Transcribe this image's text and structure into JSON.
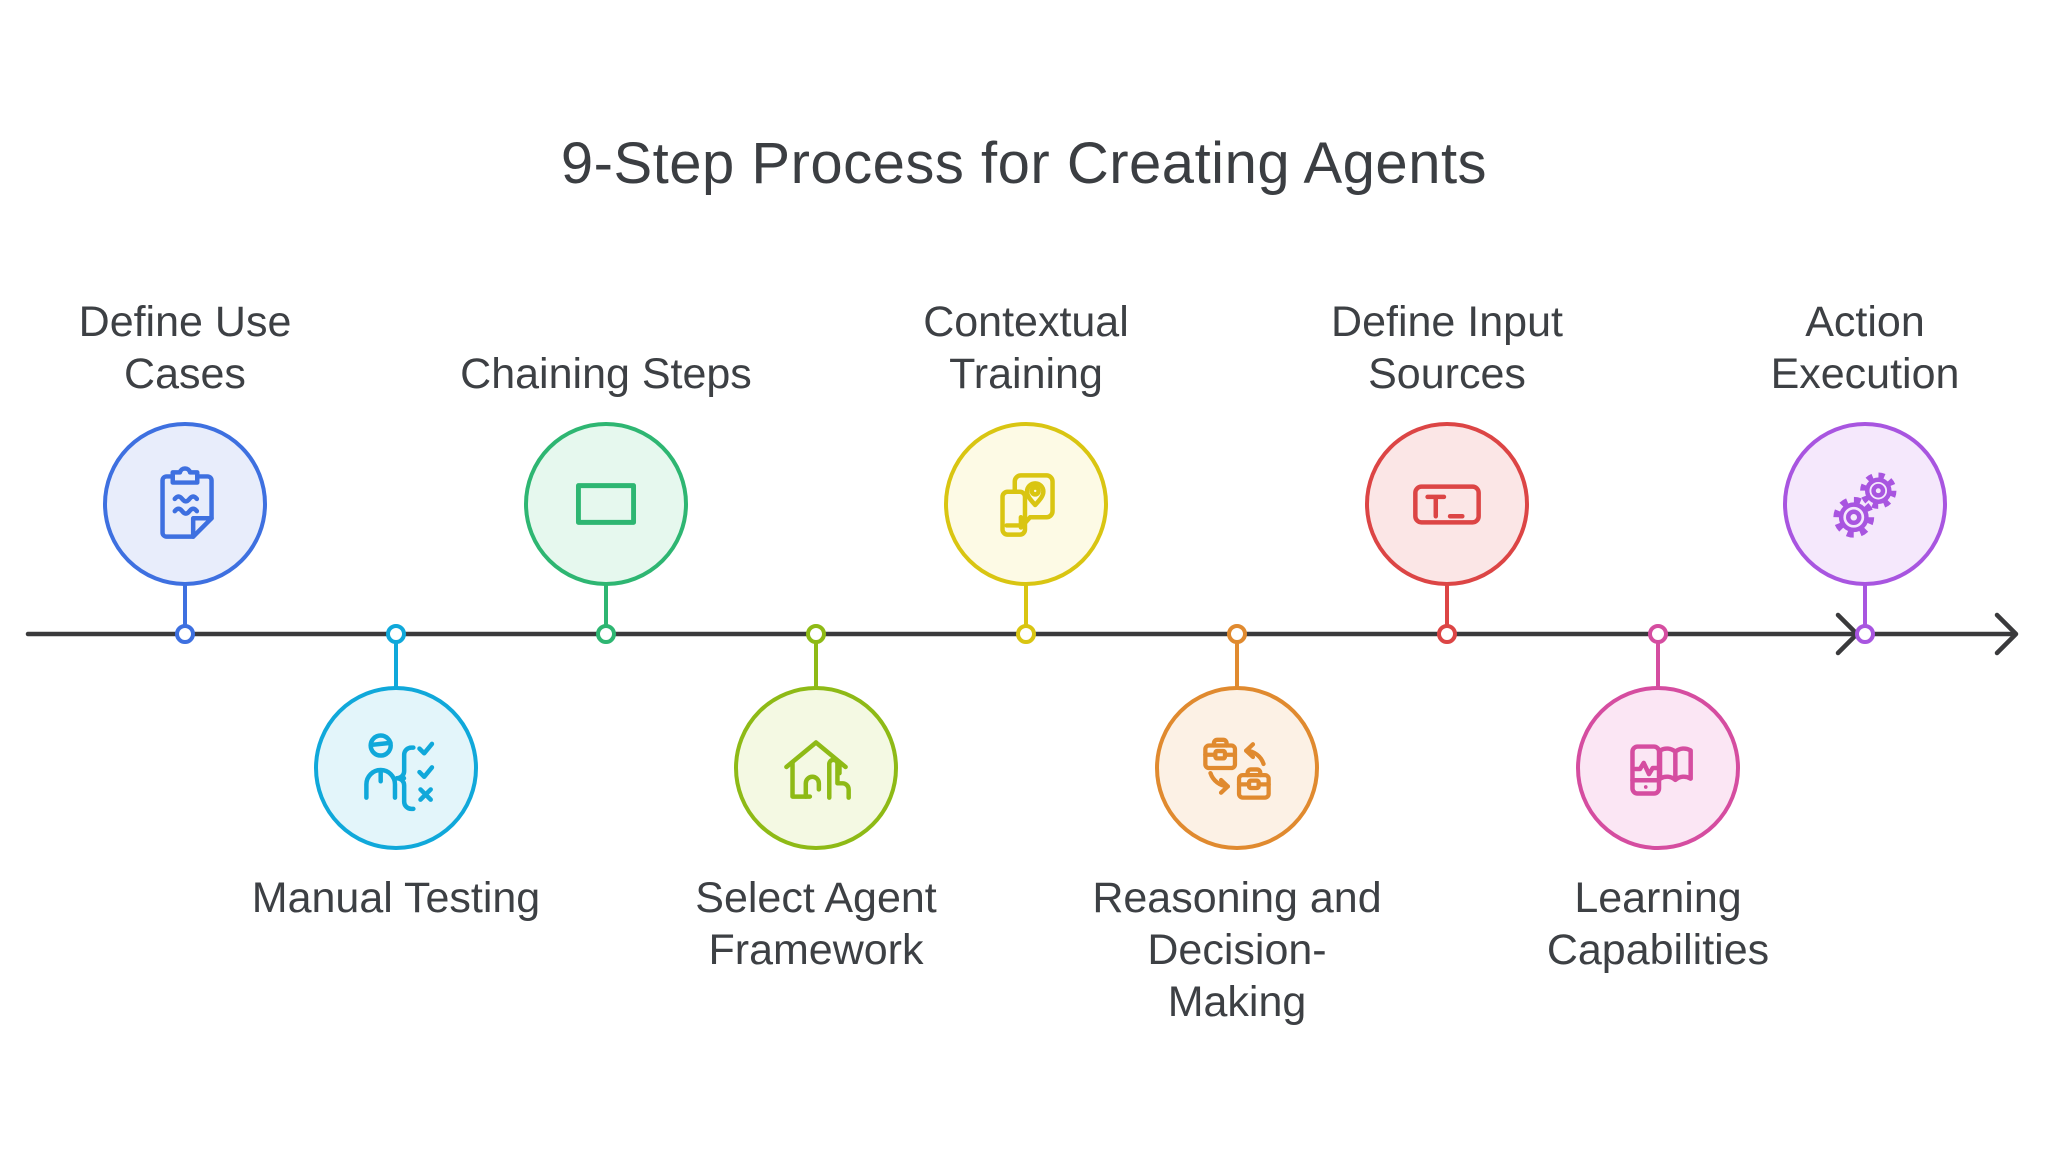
{
  "title": "9-Step Process for Creating Agents",
  "timeline": {
    "color": "#3a3a3c"
  },
  "steps": [
    {
      "label": "Define Use\nCases",
      "position": "top",
      "icon": "clipboard-icon",
      "color": "#3e70e0",
      "fill": "#e8edfb"
    },
    {
      "label": "Manual Testing",
      "position": "bottom",
      "icon": "user-checklist-icon",
      "color": "#10a8da",
      "fill": "#e3f5fa"
    },
    {
      "label": "Chaining Steps",
      "position": "top",
      "icon": "rectangle-icon",
      "color": "#2eb672",
      "fill": "#e6f8ee"
    },
    {
      "label": "Select Agent\nFramework",
      "position": "bottom",
      "icon": "house-select-icon",
      "color": "#8eba16",
      "fill": "#f4f9e3"
    },
    {
      "label": "Contextual\nTraining",
      "position": "top",
      "icon": "phone-location-icon",
      "color": "#d9c512",
      "fill": "#fdfae5"
    },
    {
      "label": "Reasoning and\nDecision-\nMaking",
      "position": "bottom",
      "icon": "briefcase-swap-icon",
      "color": "#e08a2f",
      "fill": "#fcf1e5"
    },
    {
      "label": "Define Input\nSources",
      "position": "top",
      "icon": "text-input-icon",
      "color": "#dc4545",
      "fill": "#fbe6e6"
    },
    {
      "label": "Learning\nCapabilities",
      "position": "bottom",
      "icon": "phone-book-icon",
      "color": "#d54da0",
      "fill": "#fbe6f4"
    },
    {
      "label": "Action\nExecution",
      "position": "top",
      "icon": "gears-icon",
      "color": "#a855e0",
      "fill": "#f5e8fc"
    }
  ]
}
